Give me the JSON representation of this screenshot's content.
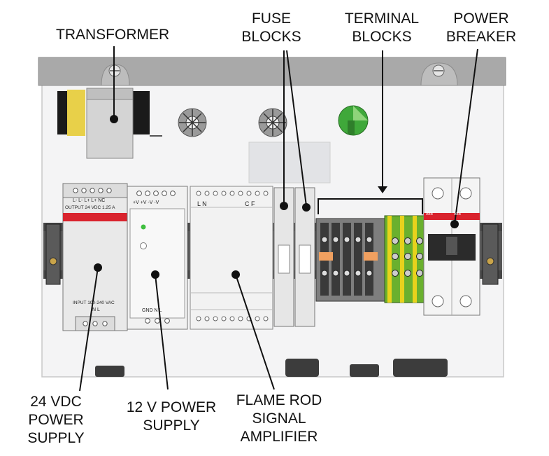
{
  "callouts": {
    "transformer": "TRANSFORMER",
    "fuse_blocks": [
      "FUSE",
      "BLOCKS"
    ],
    "terminal_blocks": [
      "TERMINAL",
      "BLOCKS"
    ],
    "power_breaker": [
      "POWER",
      "BREAKER"
    ],
    "psu_24v": [
      "24 VDC",
      "POWER",
      "SUPPLY"
    ],
    "psu_12v": [
      "12 V POWER",
      "SUPPLY"
    ],
    "flame_amp": [
      "FLAME ROD",
      "SIGNAL",
      "AMPLIFIER"
    ]
  },
  "device_markings": {
    "psu24_top_terminals": "L-  L-  L+  L+  NC",
    "psu24_output": "OUTPUT 24 VDC 1.25 A",
    "psu24_input": "INPUT 100-240 VAC",
    "psu24_bottom_terminals": "N    L",
    "psu12_top_terminals": "+V +V  -V  -V",
    "psu12_bottom_terminals": "GND  N    L",
    "amp_top_left": "L     N",
    "amp_top_right": "C F",
    "breaker_mark_left": "ABB",
    "breaker_mark_right": "ABB"
  },
  "colors": {
    "breaker_red": "#d9232d",
    "terminal_green": "#6ab02e",
    "terminal_yellow": "#e8d21c",
    "led_green": "#3fbf3f",
    "enclosure_top": "#a8a8a8"
  }
}
